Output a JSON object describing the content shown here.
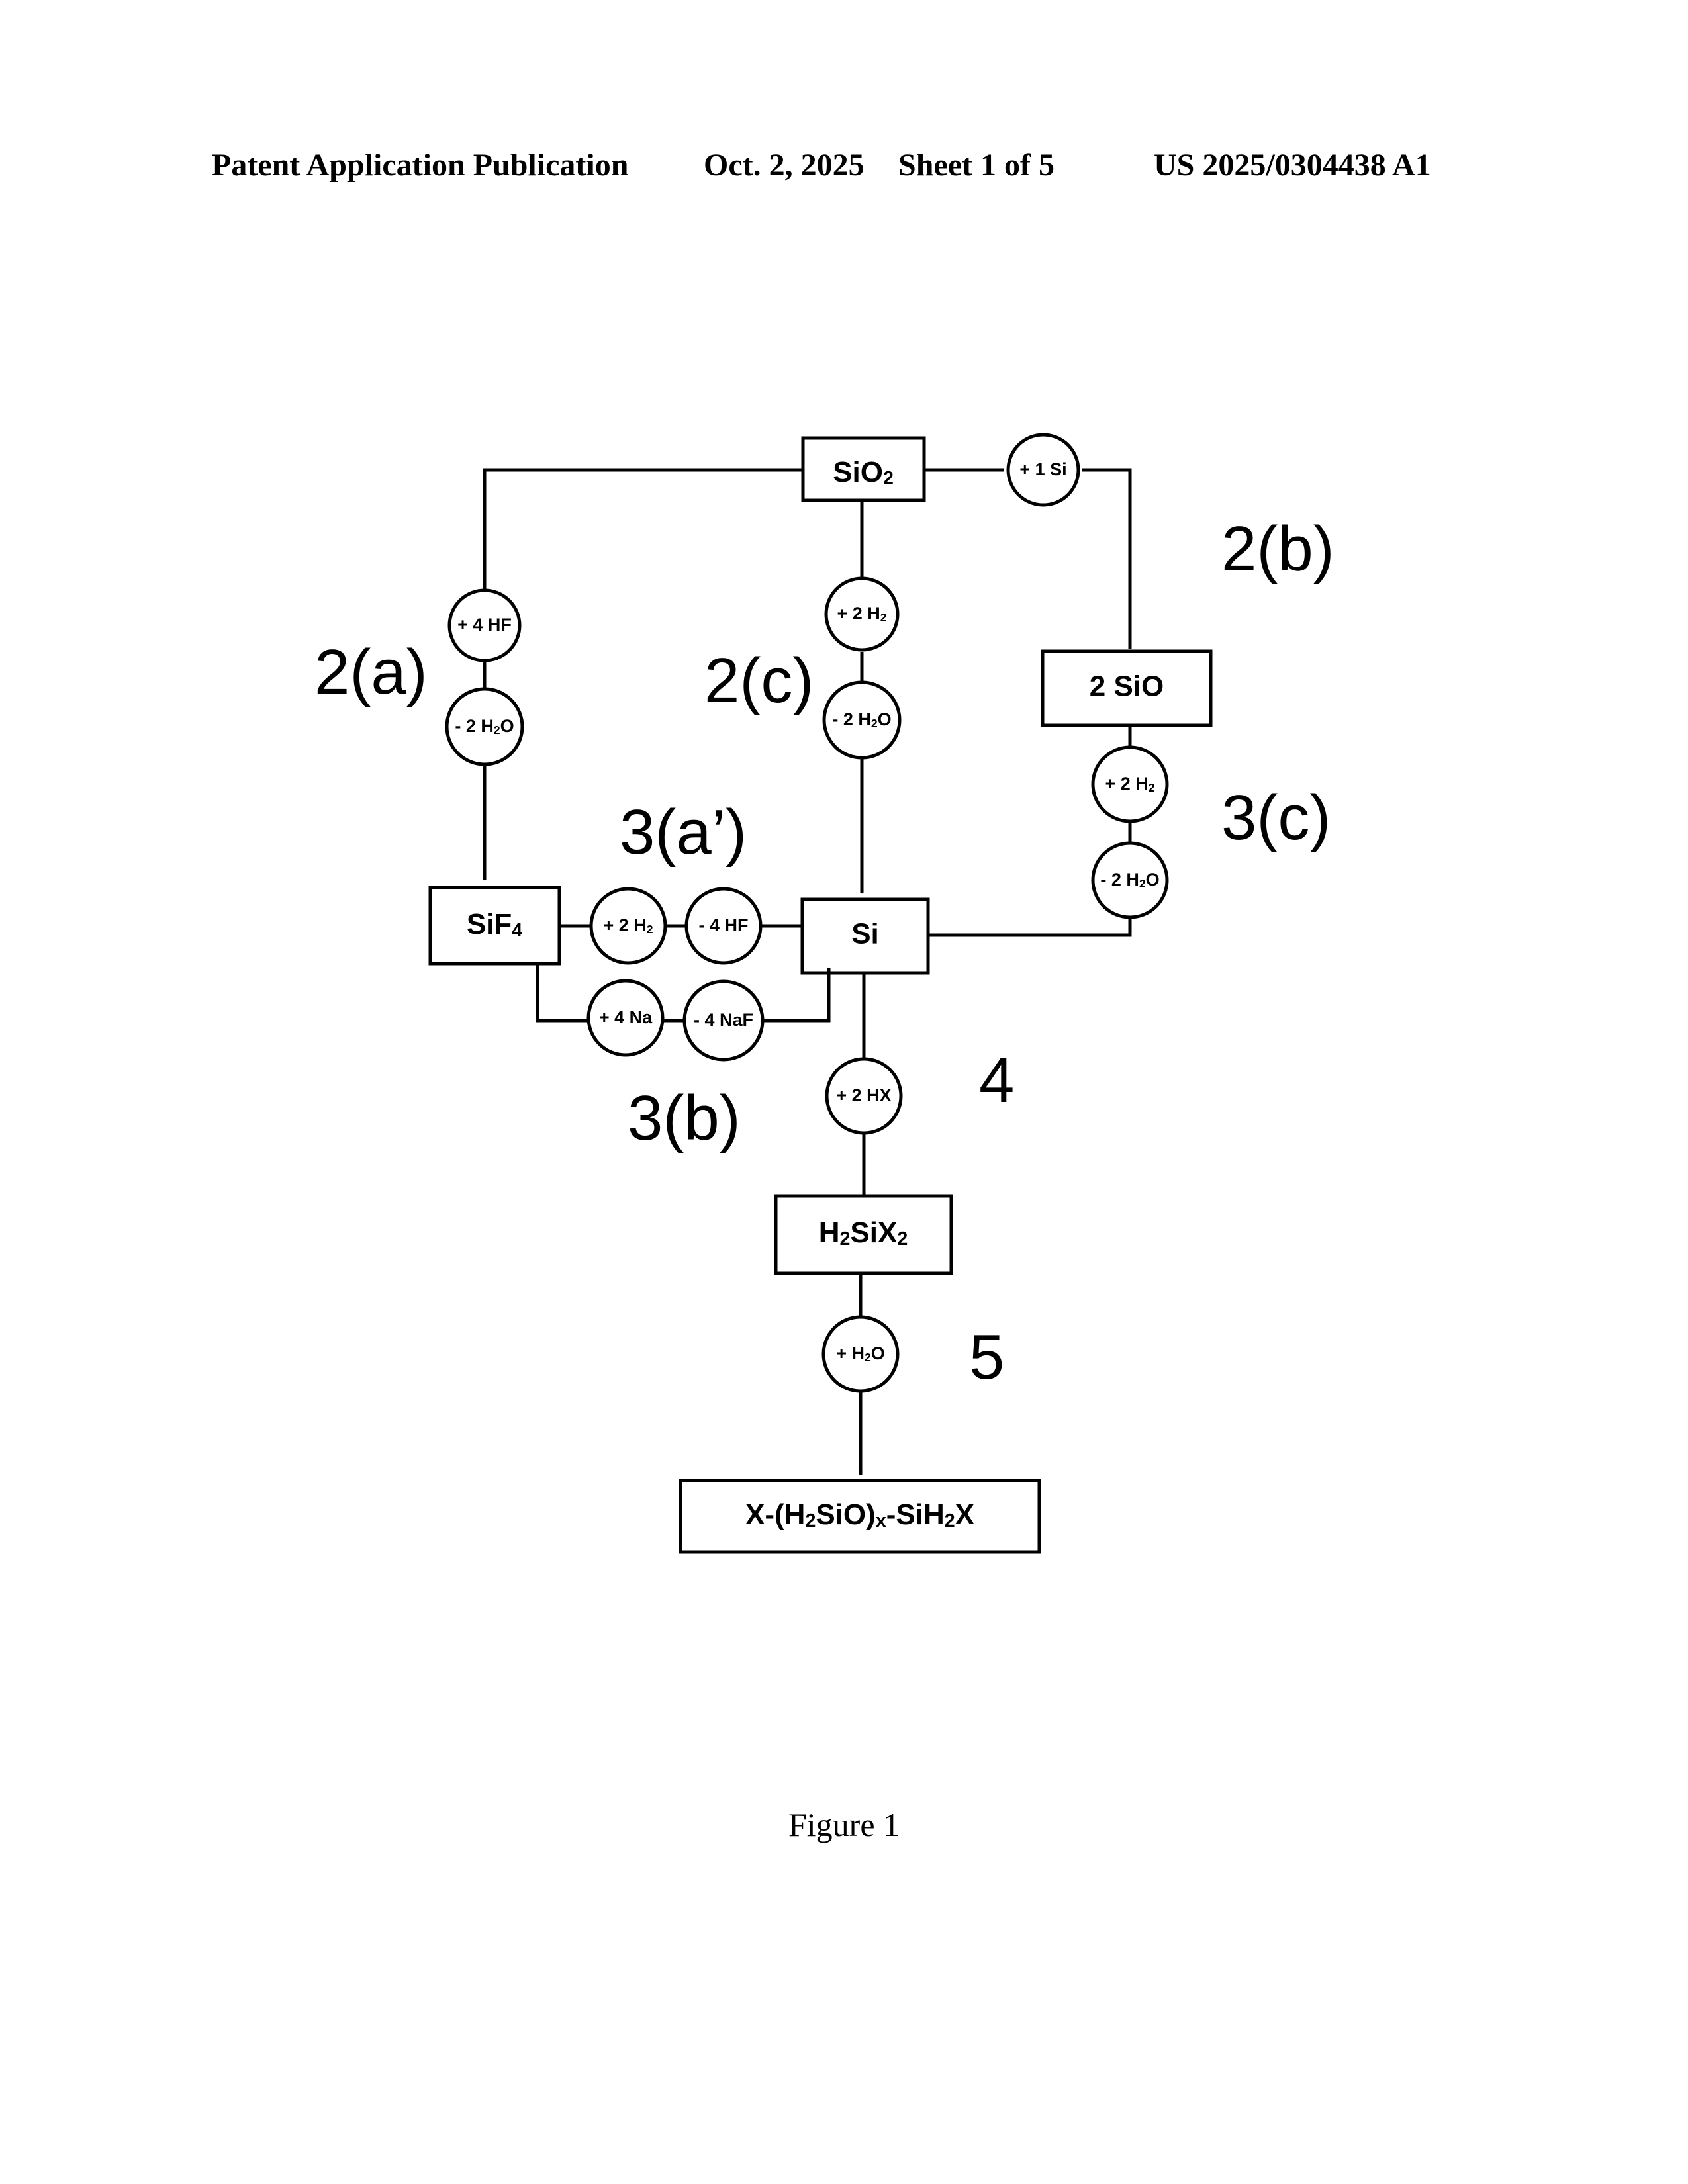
{
  "header": {
    "publication": "Patent Application Publication",
    "date": "Oct. 2, 2025",
    "sheet": "Sheet 1 of 5",
    "pub_number": "US 2025/0304438 A1"
  },
  "diagram": {
    "boxes": {
      "sio2": {
        "main": "SiO",
        "sub": "2"
      },
      "sio": "2 SiO",
      "sif4": {
        "main": "SiF",
        "sub": "4"
      },
      "si": "Si",
      "h2six2": {
        "a": "H",
        "a_sub": "2",
        "b": "SiX",
        "b_sub": "2"
      },
      "product": {
        "p1": "X-(H",
        "s1": "2",
        "p2": "SiO)",
        "s2": "x",
        "p3": "-SiH",
        "s3": "2",
        "p4": "X"
      }
    },
    "circles": {
      "plus_1si": "+ 1 Si",
      "plus_4hf": "+ 4 HF",
      "minus_2h2o_a": {
        "main": "- 2 H",
        "sub": "2",
        "tail": "O"
      },
      "plus_2h2_c": {
        "main": "+ 2 H",
        "sub": "2"
      },
      "minus_2h2o_c": {
        "main": "- 2 H",
        "sub": "2",
        "tail": "O"
      },
      "plus_2h2_3c": {
        "main": "+ 2 H",
        "sub": "2"
      },
      "minus_2h2o_3c": {
        "main": "- 2 H",
        "sub": "2",
        "tail": "O"
      },
      "plus_2h2_3a": {
        "main": "+ 2 H",
        "sub": "2"
      },
      "minus_4hf": "- 4 HF",
      "plus_4na": "+ 4 Na",
      "minus_4naf": "- 4 NaF",
      "plus_2hx": "+ 2 HX",
      "plus_h2o": {
        "main": "+ H",
        "sub": "2",
        "tail": "O"
      }
    },
    "steps": {
      "s2a": "2(a)",
      "s2b": "2(b)",
      "s2c": "2(c)",
      "s3a_prime": "3(a’)",
      "s3b": "3(b)",
      "s3c": "3(c)",
      "s4": "4",
      "s5": "5"
    }
  },
  "caption": "Figure 1"
}
